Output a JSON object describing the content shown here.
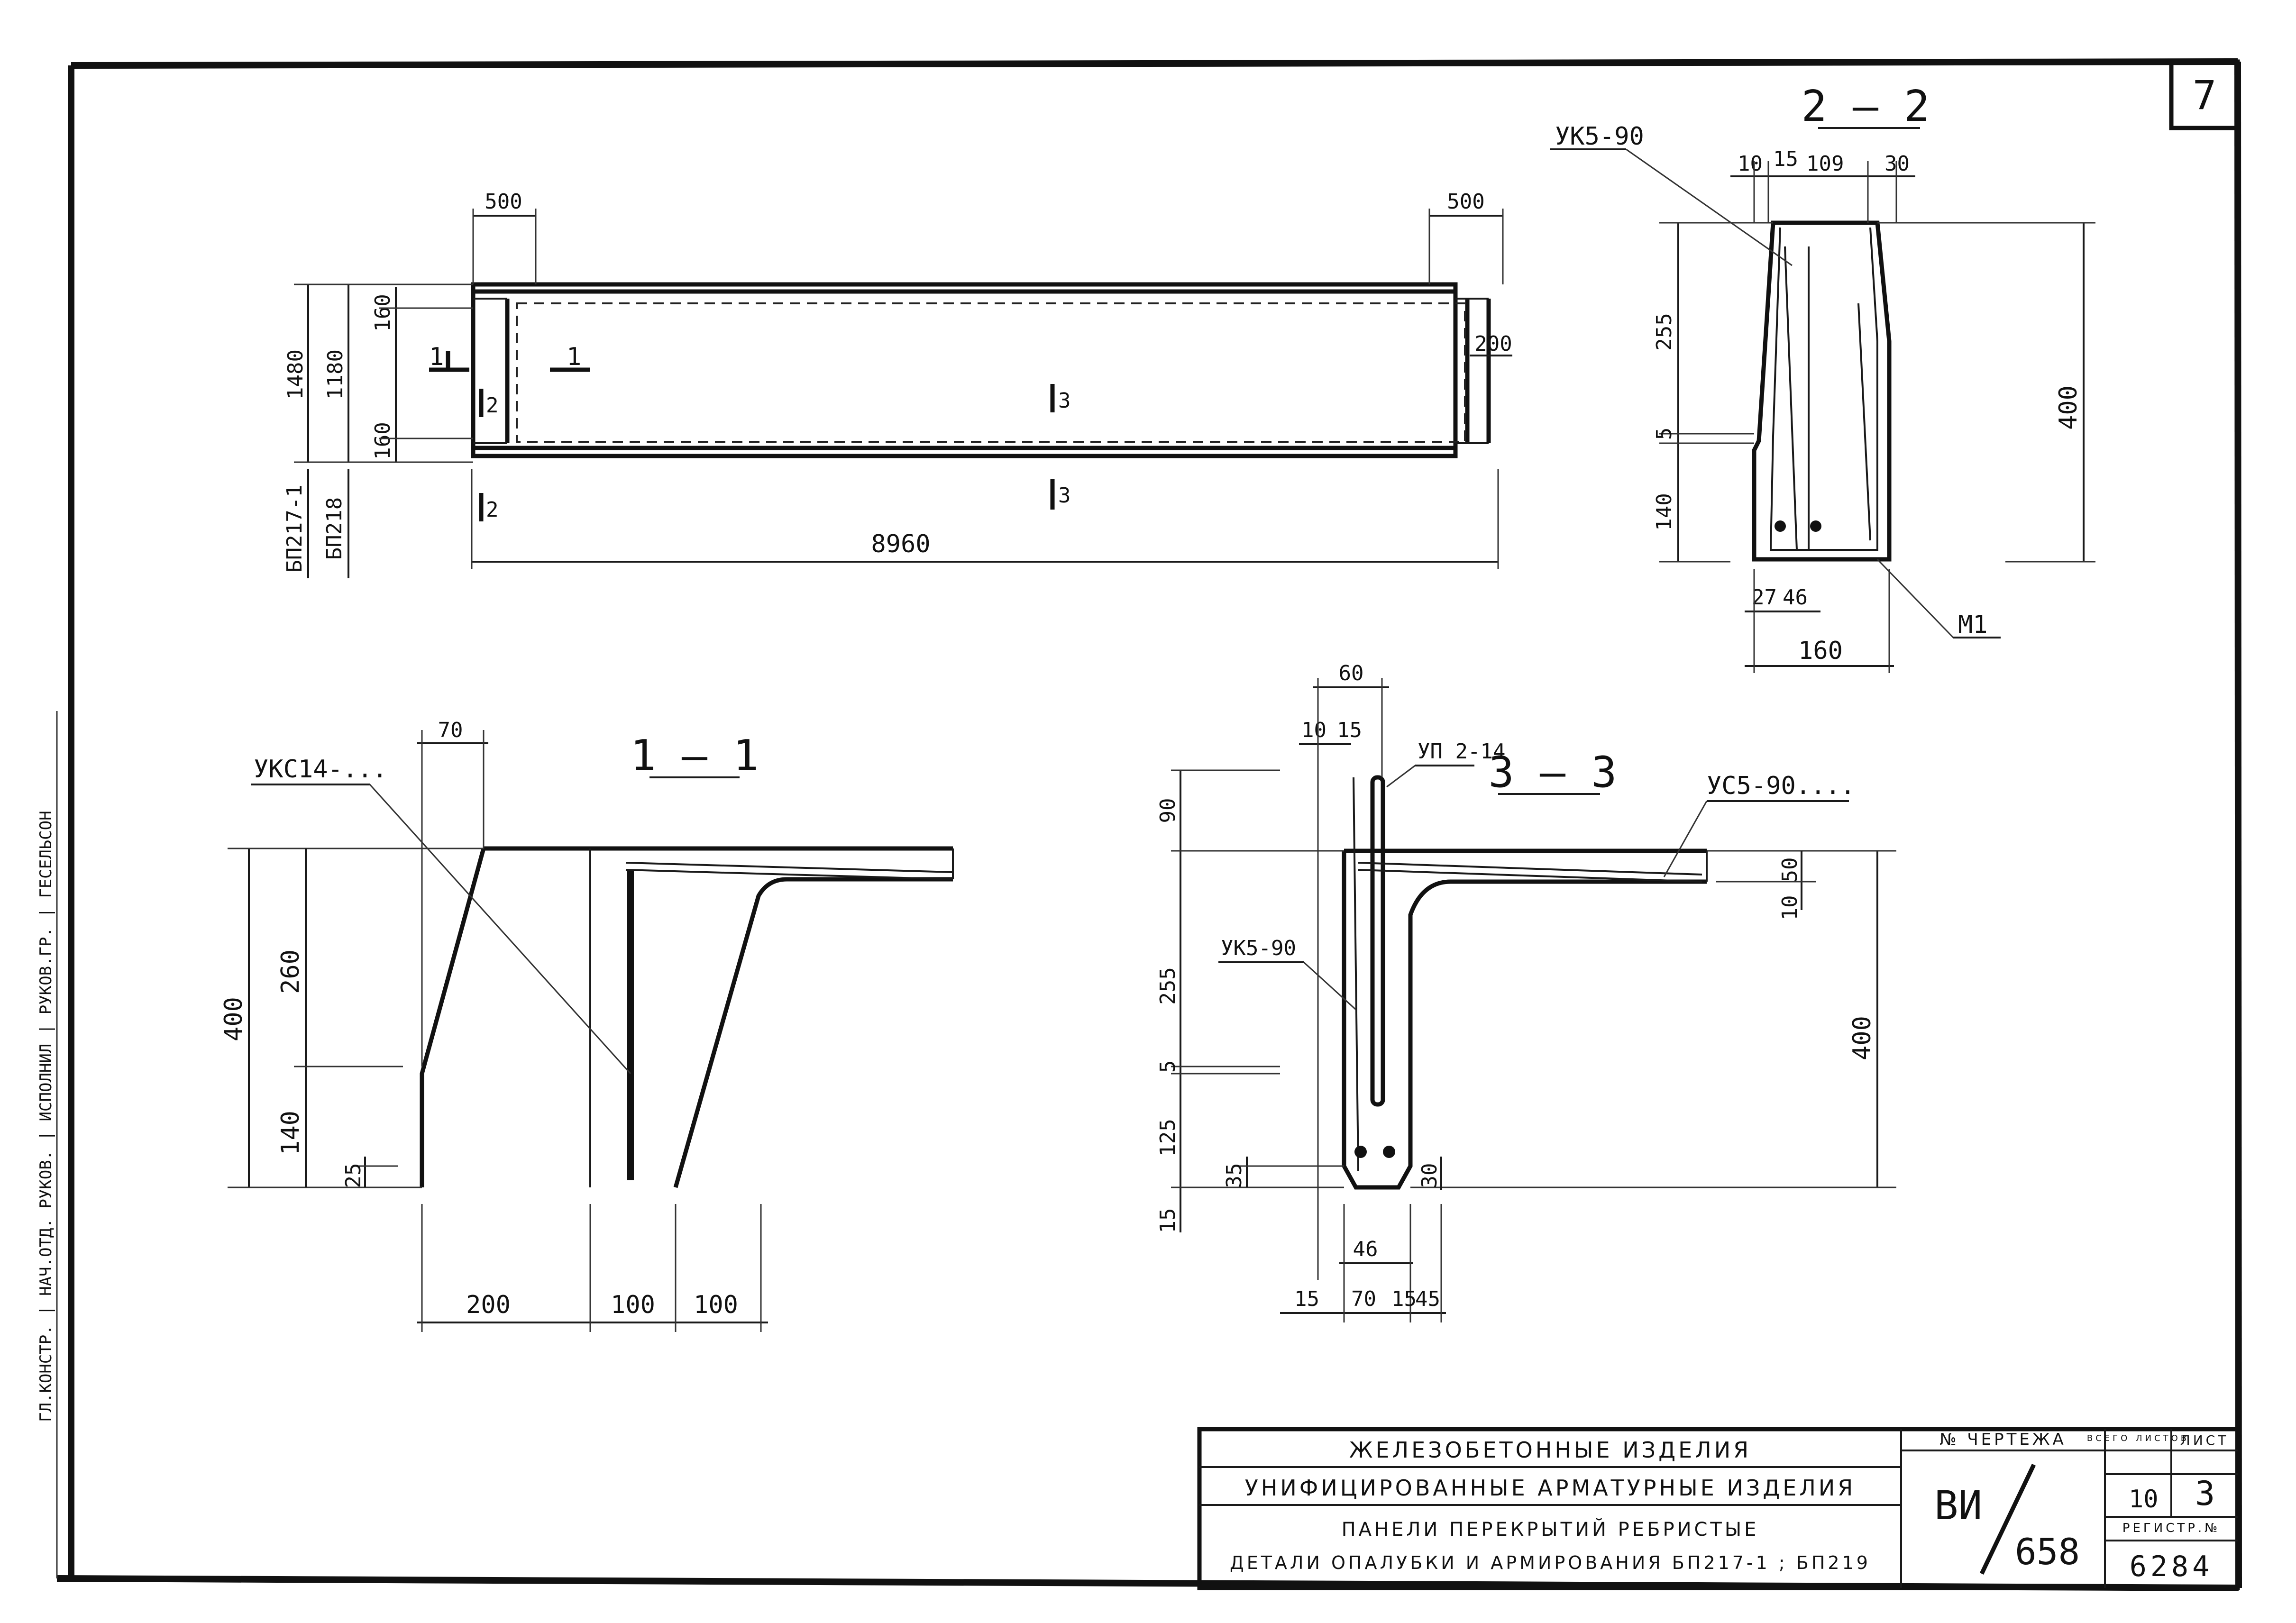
{
  "sheet": {
    "number": "7",
    "side_stamp": "ГЛ.КОНСТР. | НАЧ.ОТД. РУКОВ. | ИСПОЛНИЛ | РУКОВ.ГР. | ГЕСЕЛЬСОН"
  },
  "plan": {
    "dims": {
      "left_end": "500",
      "right_end": "500",
      "overall_length": "8960",
      "width_total": "1480",
      "width_inner": "1180",
      "rib_top": "160",
      "rib_bottom": "160",
      "end_rib": "200"
    },
    "marks": {
      "variant_1": "БП217-1",
      "variant_2": "БП218"
    },
    "cuts": {
      "c1": "1",
      "c2": "2",
      "c3": "3"
    }
  },
  "section_2_2": {
    "title": "2 — 2",
    "callout_top": "УК5-90",
    "callout_bottom": "М1",
    "dims": {
      "top_a": "10",
      "top_b": "15",
      "top_c": "109",
      "top_d": "30",
      "height_upper": "255",
      "height_mid": "5",
      "height_lower": "140",
      "height_total": "400",
      "bottom_a": "27",
      "bottom_b": "46",
      "base_width": "160"
    }
  },
  "section_1_1": {
    "title": "1 — 1",
    "callout": "УКС14-...",
    "dims": {
      "top_offset": "70",
      "height_upper": "260",
      "height_lower": "140",
      "height_total": "400",
      "base_step": "25",
      "bottom_a": "200",
      "bottom_b": "100",
      "bottom_c": "100"
    }
  },
  "section_3_3": {
    "title": "3 — 3",
    "callout_top": "УП 2-14",
    "callout_right": "УС5-90....",
    "callout_mid": "УК5-90",
    "dims": {
      "top_width": "60",
      "top_a": "10",
      "top_b": "15",
      "up_projection": "90",
      "height_upper": "255",
      "height_mid": "5",
      "height_lower": "125",
      "base_step": "35",
      "bottom_gap": "15",
      "height_total": "400",
      "slab": "50",
      "slab_step": "10",
      "right_step": "30",
      "inner": "46",
      "bottom_a": "15",
      "bottom_b": "70",
      "bottom_c": "15",
      "bottom_d": "45"
    }
  },
  "title_block": {
    "line1": "ЖЕЛЕЗОБЕТОННЫЕ  ИЗДЕЛИЯ",
    "line2": "УНИФИЦИРОВАННЫЕ АРМАТУРНЫЕ ИЗДЕЛИЯ",
    "line3": "ПАНЕЛИ  ПЕРЕКРЫТИЙ  РЕБРИСТЫЕ",
    "line4": "ДЕТАЛИ ОПАЛУБКИ И АРМИРОВАНИЯ  БП217-1  ; БП219",
    "drawing_no_label": "№ ЧЕРТЕЖА",
    "drawing_no_a": "ВИ",
    "drawing_no_b": "658",
    "sheets_total_label": "ВСЕГО ЛИСТОВ",
    "sheet_label": "ЛИСТ",
    "sheets_total": "10",
    "sheet": "3",
    "reg_label": "РЕГИСТР.№",
    "reg_no": "6284"
  }
}
